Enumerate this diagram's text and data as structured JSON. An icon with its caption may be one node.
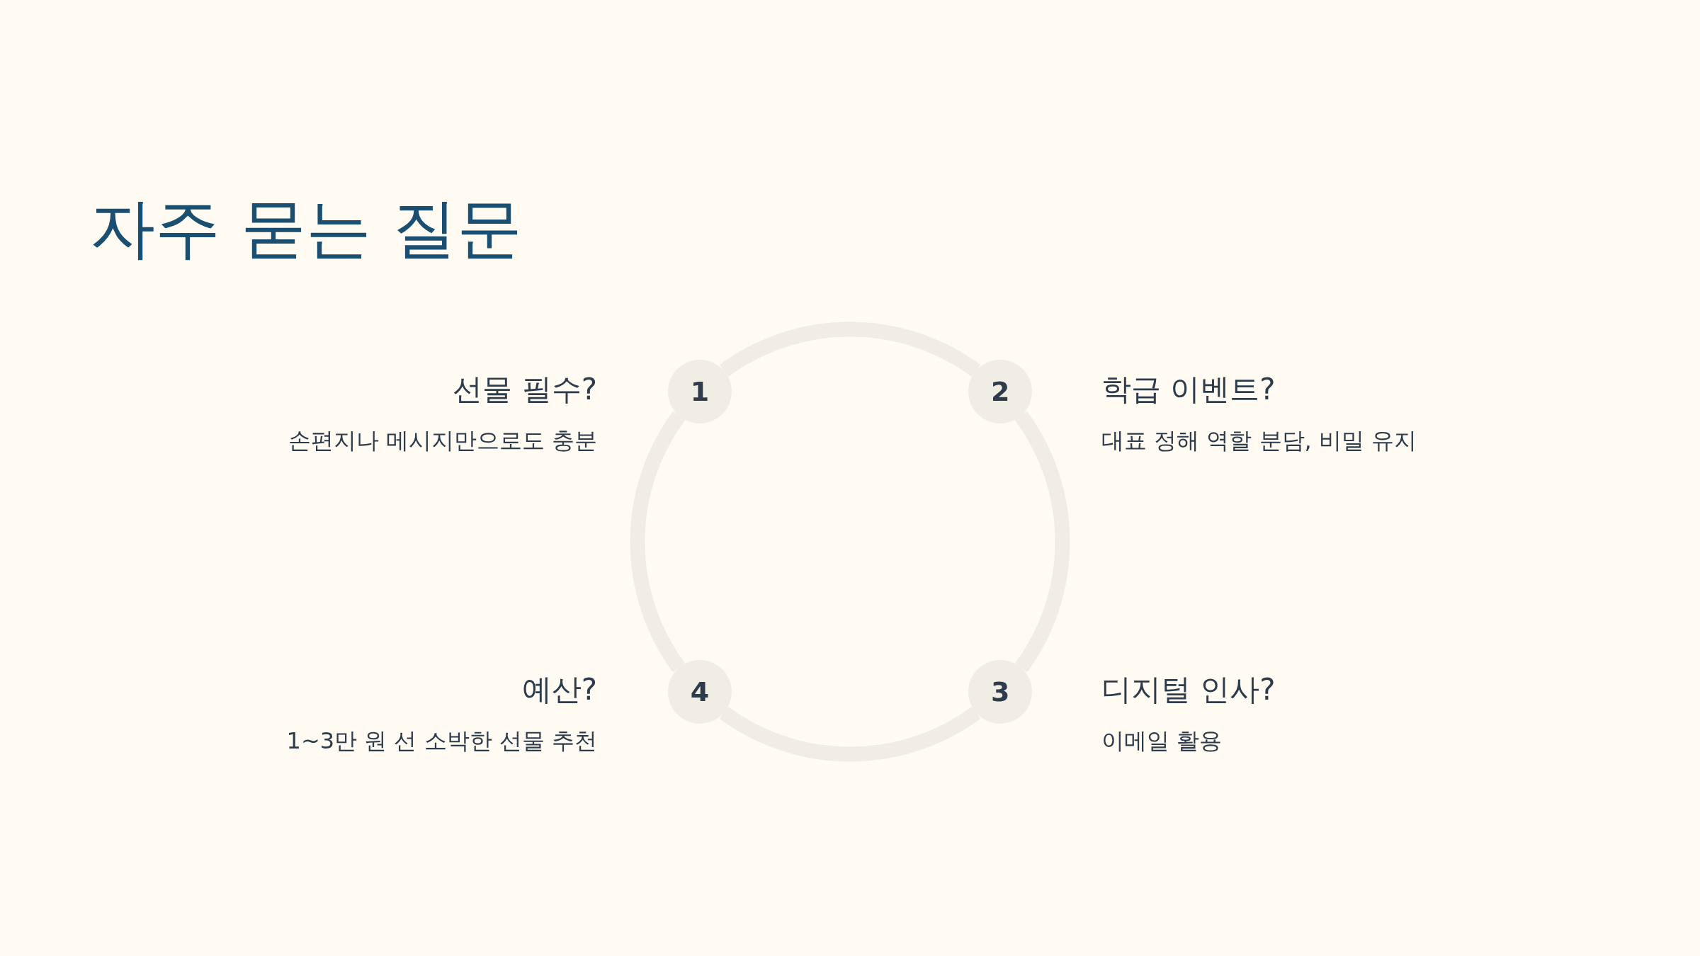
{
  "diagram": {
    "title": "자주 묻는 질문",
    "nodes": [
      {
        "text": [
          "1"
        ],
        "beside": [
          "선물 필수?",
          "손편지나 메시지만으로도 충분"
        ]
      },
      {
        "text": [
          "2"
        ],
        "beside": [
          "학급 이벤트?",
          "대표 정해 역할 분담, 비밀 유지"
        ]
      },
      {
        "text": [
          "3"
        ],
        "beside": [
          "디지털 인사?",
          "이메일 활용"
        ]
      },
      {
        "text": [
          "4"
        ],
        "beside": [
          "예산?",
          "1~3만 원 선 소박한 선물 추천"
        ]
      }
    ],
    "edges": [
      {
        "from": 0,
        "to": 1,
        "arrow": "none"
      },
      {
        "from": 1,
        "to": 2,
        "arrow": "none"
      },
      {
        "from": 2,
        "to": 3,
        "arrow": "none"
      },
      {
        "from": 3,
        "to": 0,
        "arrow": "none"
      }
    ]
  }
}
